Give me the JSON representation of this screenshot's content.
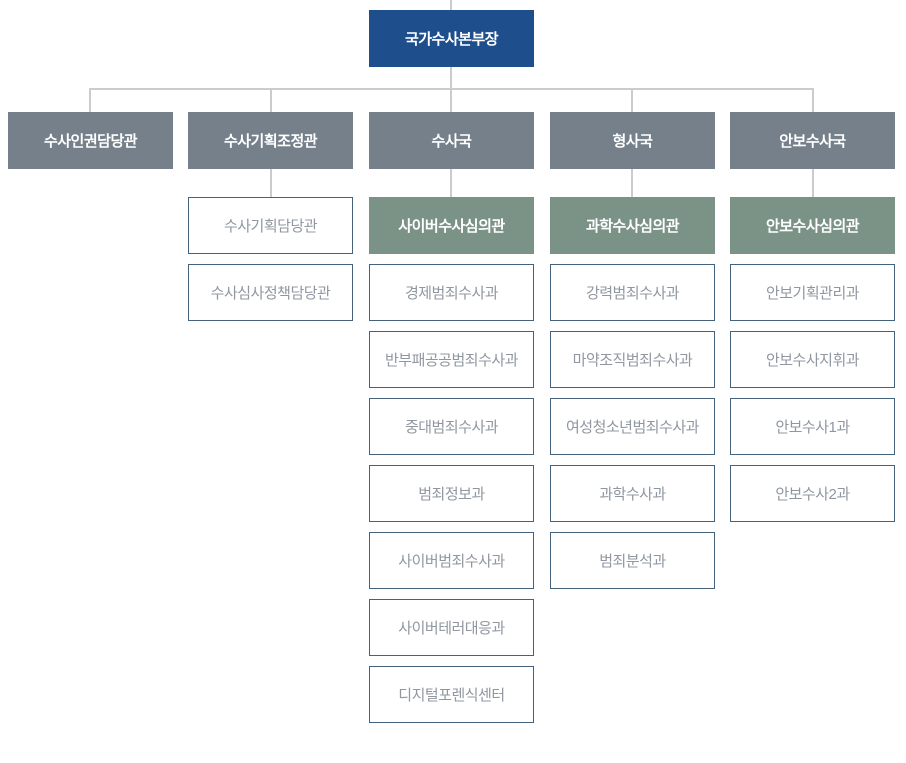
{
  "palette": {
    "navy": "#1f4e8c",
    "gray": "#75808a",
    "green": "#7b9387",
    "border": "#45627c",
    "line": "#cccccc",
    "muted": "#9097a0"
  },
  "root": {
    "label": "국가수사본부장"
  },
  "divisions": [
    {
      "label": "수사인권담당관",
      "sub": []
    },
    {
      "label": "수사기획조정관",
      "sub": [
        "수사기획담당관",
        "수사심사정책담당관"
      ]
    },
    {
      "label": "수사국",
      "lead": "사이버수사심의관",
      "sub": [
        "경제범죄수사과",
        "반부패공공범죄수사과",
        "중대범죄수사과",
        "범죄정보과",
        "사이버범죄수사과",
        "사이버테러대응과",
        "디지털포렌식센터"
      ]
    },
    {
      "label": "형사국",
      "lead": "과학수사심의관",
      "sub": [
        "강력범죄수사과",
        "마약조직범죄수사과",
        "여성청소년범죄수사과",
        "과학수사과",
        "범죄분석과"
      ]
    },
    {
      "label": "안보수사국",
      "lead": "안보수사심의관",
      "sub": [
        "안보기획관리과",
        "안보수사지휘과",
        "안보수사1과",
        "안보수사2과"
      ]
    }
  ]
}
